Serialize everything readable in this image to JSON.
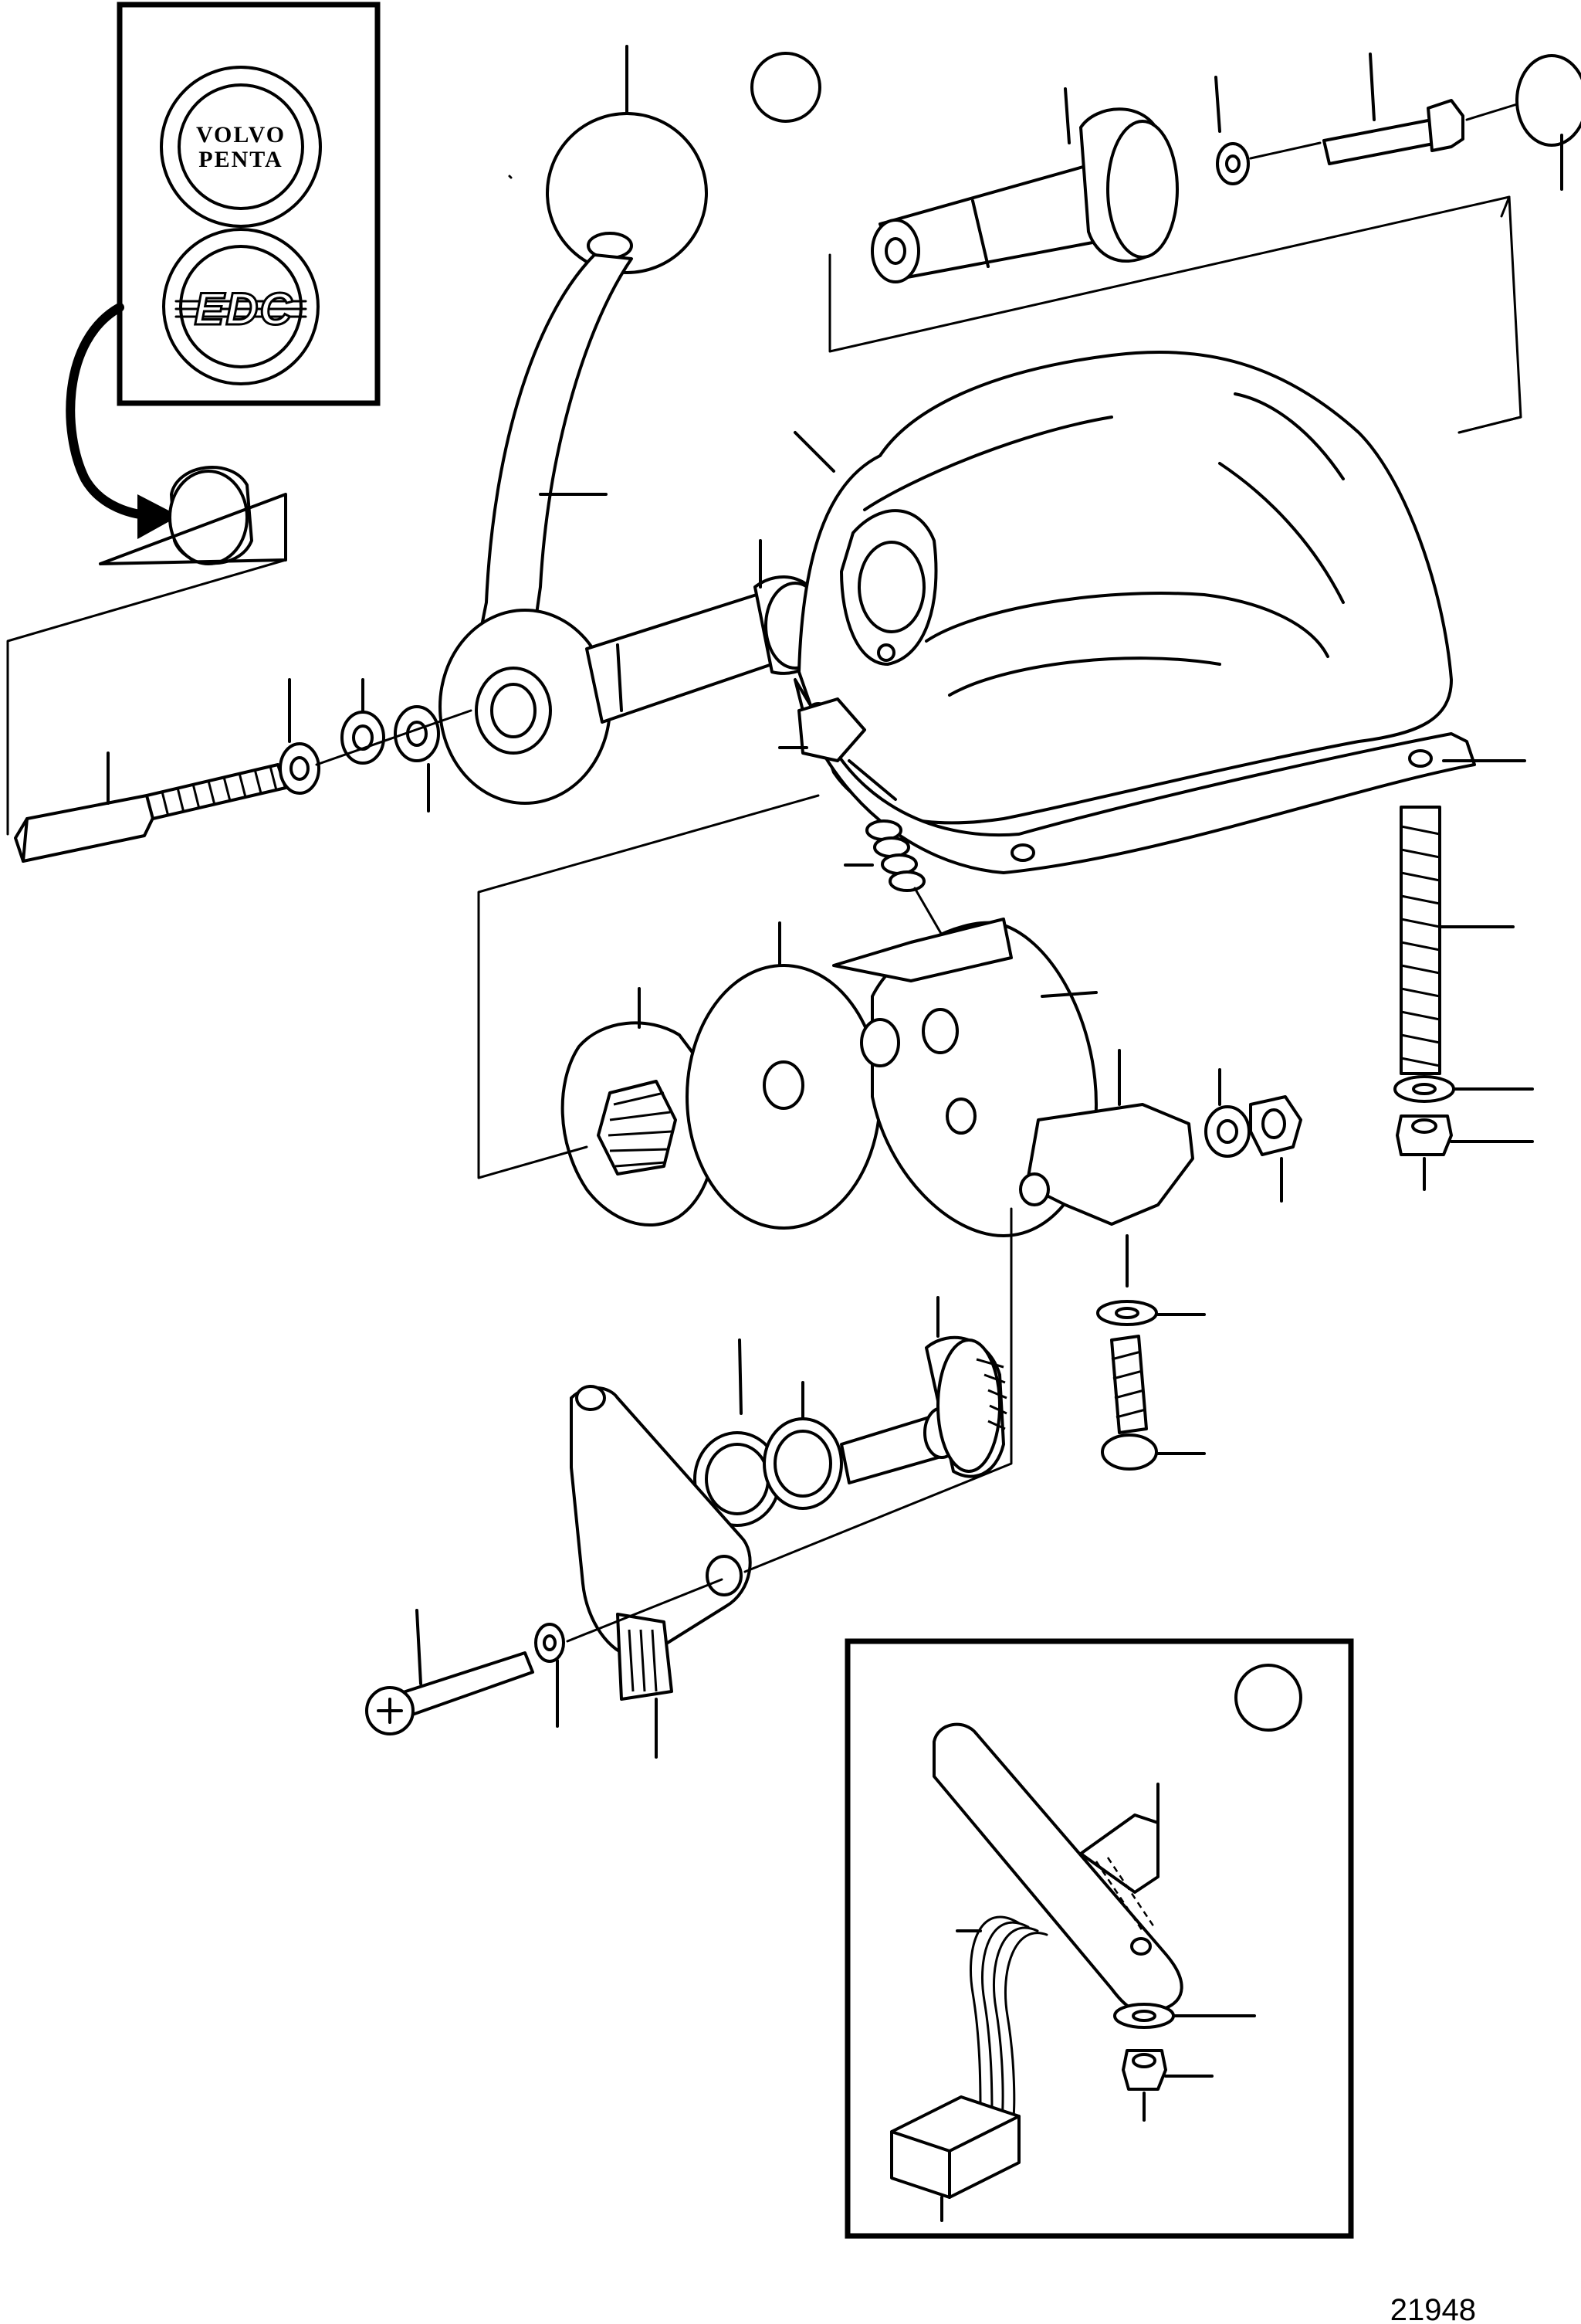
{
  "figure": {
    "reference_number": "21948"
  },
  "logo_inset": {
    "volvo_penta_emblem_line1": "VOLVO",
    "volvo_penta_emblem_line2": "PENTA",
    "edc_emblem": "EDC"
  },
  "colors": {
    "line": "#000000",
    "background": "#ffffff"
  }
}
